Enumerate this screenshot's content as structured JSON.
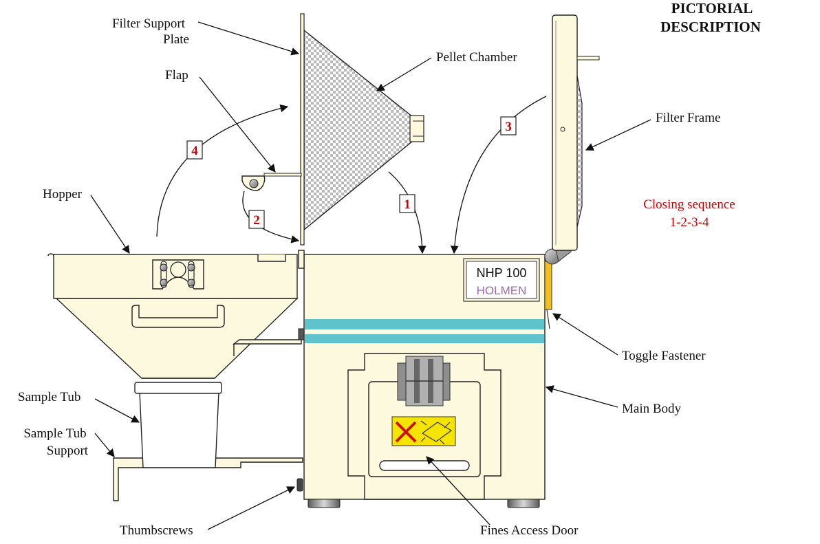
{
  "heading": {
    "line1": "PICTORIAL",
    "line2": "DESCRIPTION"
  },
  "labels": {
    "filter_support_plate_1": "Filter Support",
    "filter_support_plate_2": "Plate",
    "pellet_chamber": "Pellet Chamber",
    "flap": "Flap",
    "filter_frame": "Filter Frame",
    "hopper": "Hopper",
    "closing_sequence_1": "Closing sequence",
    "closing_sequence_2": "1-2-3-4",
    "toggle_fastener": "Toggle Fastener",
    "main_body": "Main Body",
    "sample_tub": "Sample Tub",
    "sample_tub_support_1": "Sample Tub",
    "sample_tub_support_2": "Support",
    "thumbscrews": "Thumbscrews",
    "fines_access_door": "Fines Access Door"
  },
  "steps": [
    "1",
    "2",
    "3",
    "4"
  ],
  "device": {
    "model": "NHP 100",
    "brand": "HOLMEN"
  },
  "colors": {
    "body_fill": "#fdf9df",
    "stripe": "#5fc3cc",
    "step_red": "#cc0000",
    "brand_purple": "#a06ab0",
    "warning_yellow": "#f5e400"
  }
}
